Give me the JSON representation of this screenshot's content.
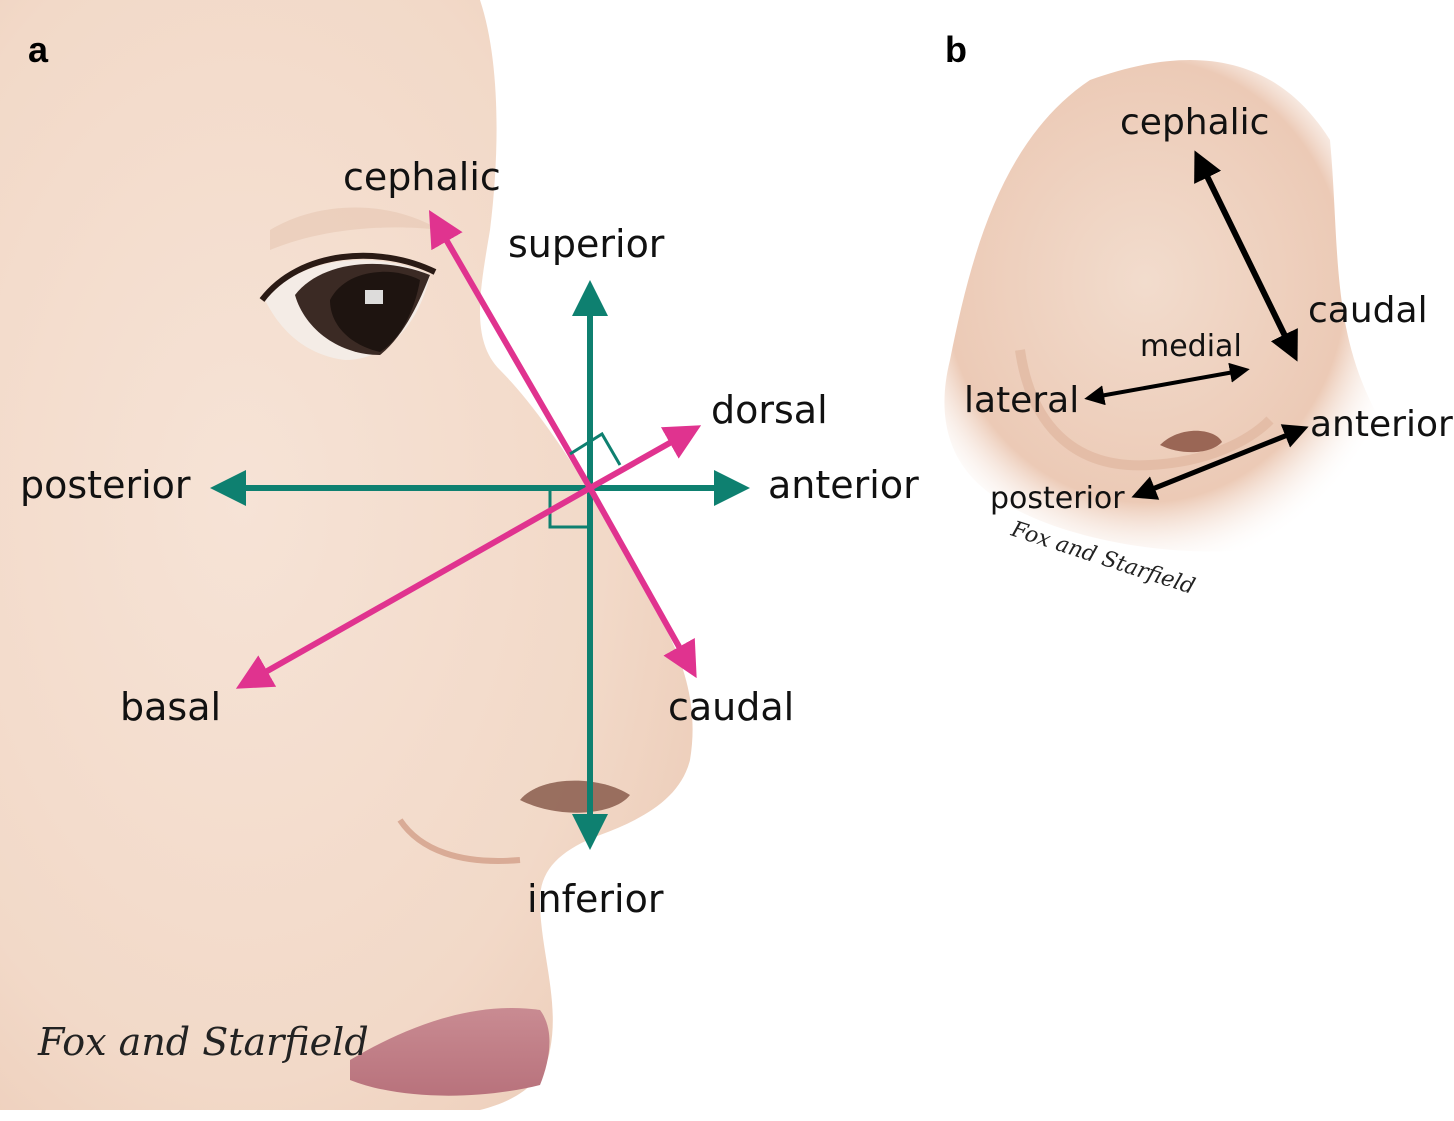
{
  "panels": {
    "a": {
      "letter": "a",
      "labels": {
        "cephalic": "cephalic",
        "superior": "superior",
        "dorsal": "dorsal",
        "posterior": "posterior",
        "anterior": "anterior",
        "basal": "basal",
        "caudal": "caudal",
        "inferior": "inferior"
      },
      "signature": "Fox and Starfield",
      "colors": {
        "axes": "#0e8070",
        "oblique": "#e0338f"
      }
    },
    "b": {
      "letter": "b",
      "labels": {
        "cephalic": "cephalic",
        "caudal": "caudal",
        "medial": "medial",
        "lateral": "lateral",
        "anterior": "anterior",
        "posterior": "posterior"
      },
      "signature": "Fox and Starfield",
      "colors": {
        "arrows": "#000000"
      }
    }
  }
}
